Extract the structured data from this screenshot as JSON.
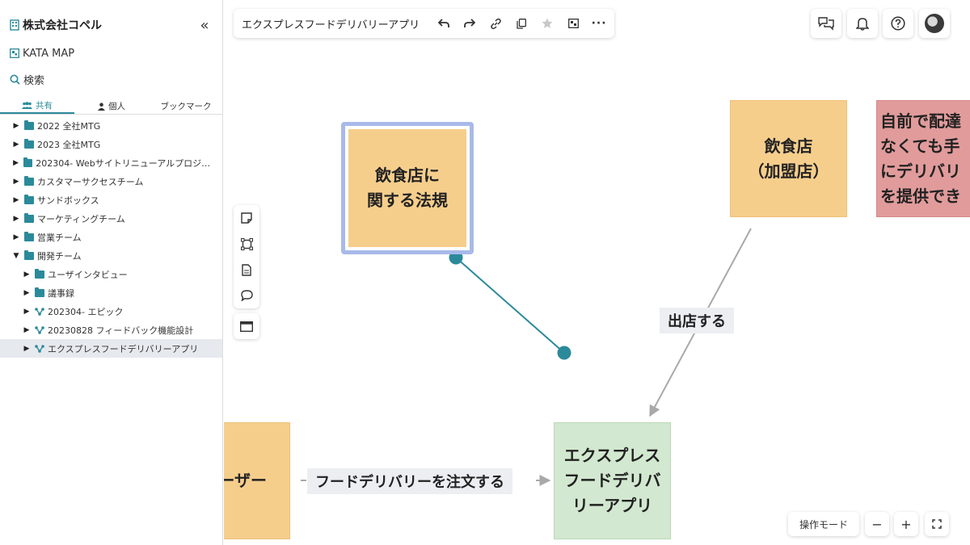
{
  "sidebar": {
    "org_name": "株式会社コペル",
    "nav": {
      "kata_map": "KATA MAP",
      "search": "検索"
    },
    "tabs": [
      {
        "label": "共有",
        "active": true,
        "icon": "team-icon"
      },
      {
        "label": "個人",
        "active": false,
        "icon": "person-icon"
      },
      {
        "label": "ブックマーク",
        "active": false,
        "icon": ""
      }
    ],
    "tree": [
      {
        "label": "2022 全社MTG",
        "level": 0,
        "type": "folder-shared",
        "expanded": false
      },
      {
        "label": "2023 全社MTG",
        "level": 0,
        "type": "folder-shared",
        "expanded": false
      },
      {
        "label": "202304- Webサイトリニューアルプロジェクト",
        "level": 0,
        "type": "folder-shared",
        "expanded": false
      },
      {
        "label": "カスタマーサクセスチーム",
        "level": 0,
        "type": "folder-shared",
        "expanded": false
      },
      {
        "label": "サンドボックス",
        "level": 0,
        "type": "folder-shared",
        "expanded": false
      },
      {
        "label": "マーケティングチーム",
        "level": 0,
        "type": "folder-shared",
        "expanded": false
      },
      {
        "label": "営業チーム",
        "level": 0,
        "type": "folder-shared",
        "expanded": false
      },
      {
        "label": "開発チーム",
        "level": 0,
        "type": "folder-shared",
        "expanded": true
      },
      {
        "label": "ユーザインタビュー",
        "level": 1,
        "type": "folder",
        "expanded": false
      },
      {
        "label": "議事録",
        "level": 1,
        "type": "folder",
        "expanded": false
      },
      {
        "label": "202304- エピック",
        "level": 1,
        "type": "map",
        "expanded": false
      },
      {
        "label": "20230828 フィードバック機能設計",
        "level": 1,
        "type": "map",
        "expanded": false
      },
      {
        "label": "エクスプレスフードデリバリーアプリ",
        "level": 1,
        "type": "map",
        "expanded": false,
        "selected": true
      }
    ]
  },
  "toolbar": {
    "title": "エクスプレスフードデリバリーアプリ",
    "buttons": [
      "undo-icon",
      "redo-icon",
      "link-icon",
      "copy-icon",
      "star-icon",
      "qr-icon",
      "more-icon"
    ]
  },
  "header_buttons": [
    "chat-icon",
    "bell-icon",
    "help-icon",
    "avatar"
  ],
  "canvas": {
    "stickies": {
      "law": "飲食店に\n関する法規",
      "restaurant": "飲食店\n（加盟店）",
      "red": "自前で配達\nなくても手\nにデリバリ\nを提供でき",
      "user": "ーザー",
      "app": "エクスプレス\nフードデリバ\nリーアプリ"
    },
    "edge_labels": {
      "open_store": "出店する",
      "order": "フードデリバリーを注文する"
    },
    "colors": {
      "orange": "#f6ce8c",
      "green": "#d2e8d0",
      "red": "#e19b9b",
      "selection": "#a9b9e9",
      "connector": "#2b8a9a"
    }
  },
  "bottom": {
    "mode": "操作モード",
    "zoom_out": "−",
    "zoom_in": "+",
    "fullscreen": "⛶"
  }
}
